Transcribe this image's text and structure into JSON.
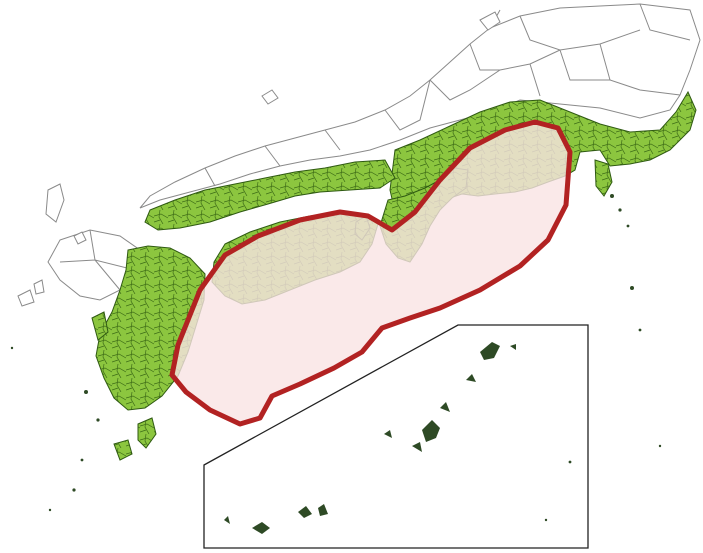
{
  "map": {
    "colors": {
      "background": "#ffffff",
      "land_outline": "#8a8a8a",
      "region_fill": "#8cc63f",
      "region_stroke": "#2f5a12",
      "zone_stroke": "#b22222",
      "zone_fill": "#f9e3e3",
      "inset_stroke": "#222222",
      "island_fill": "#2e4a25"
    },
    "layers": [
      {
        "id": "prefecture-outlines",
        "label": ""
      },
      {
        "id": "municipalities-highlighted",
        "label": ""
      },
      {
        "id": "hazard-zone",
        "label": ""
      },
      {
        "id": "southern-islands-inset",
        "label": ""
      }
    ]
  }
}
